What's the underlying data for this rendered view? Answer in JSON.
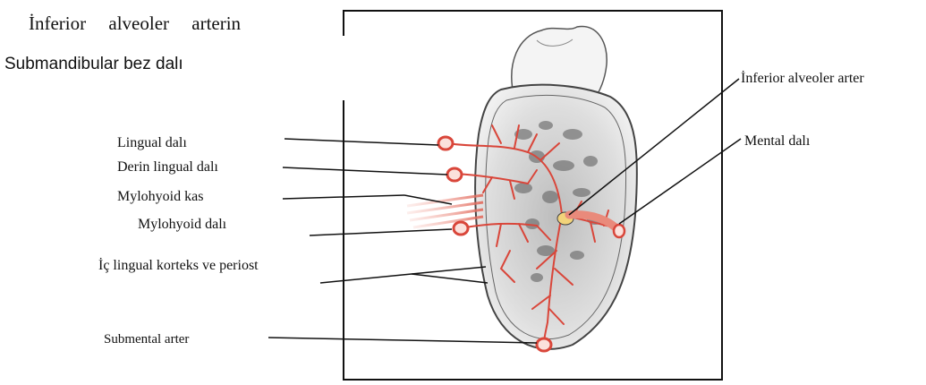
{
  "header": {
    "line1": "İnferior alveoler arterin",
    "line2": "Submandibular bez dalı"
  },
  "labels": {
    "lingual_branch": "Lingual dalı",
    "deep_lingual_branch": "Derin lingual dalı",
    "mylohyoid_muscle": "Mylohyoid kas",
    "mylohyoid_branch": "Mylohyoid dalı",
    "inner_lingual_cortex": "İç lingual korteks ve periost",
    "submental_artery": "Submental arter",
    "inferior_alveolar_artery": "İnferior alveoler arter",
    "mental_branch": "Mental dalı"
  },
  "colors": {
    "artery": "#d9463a",
    "bone_fill": "#e6e6e6",
    "frame": "#111111"
  }
}
